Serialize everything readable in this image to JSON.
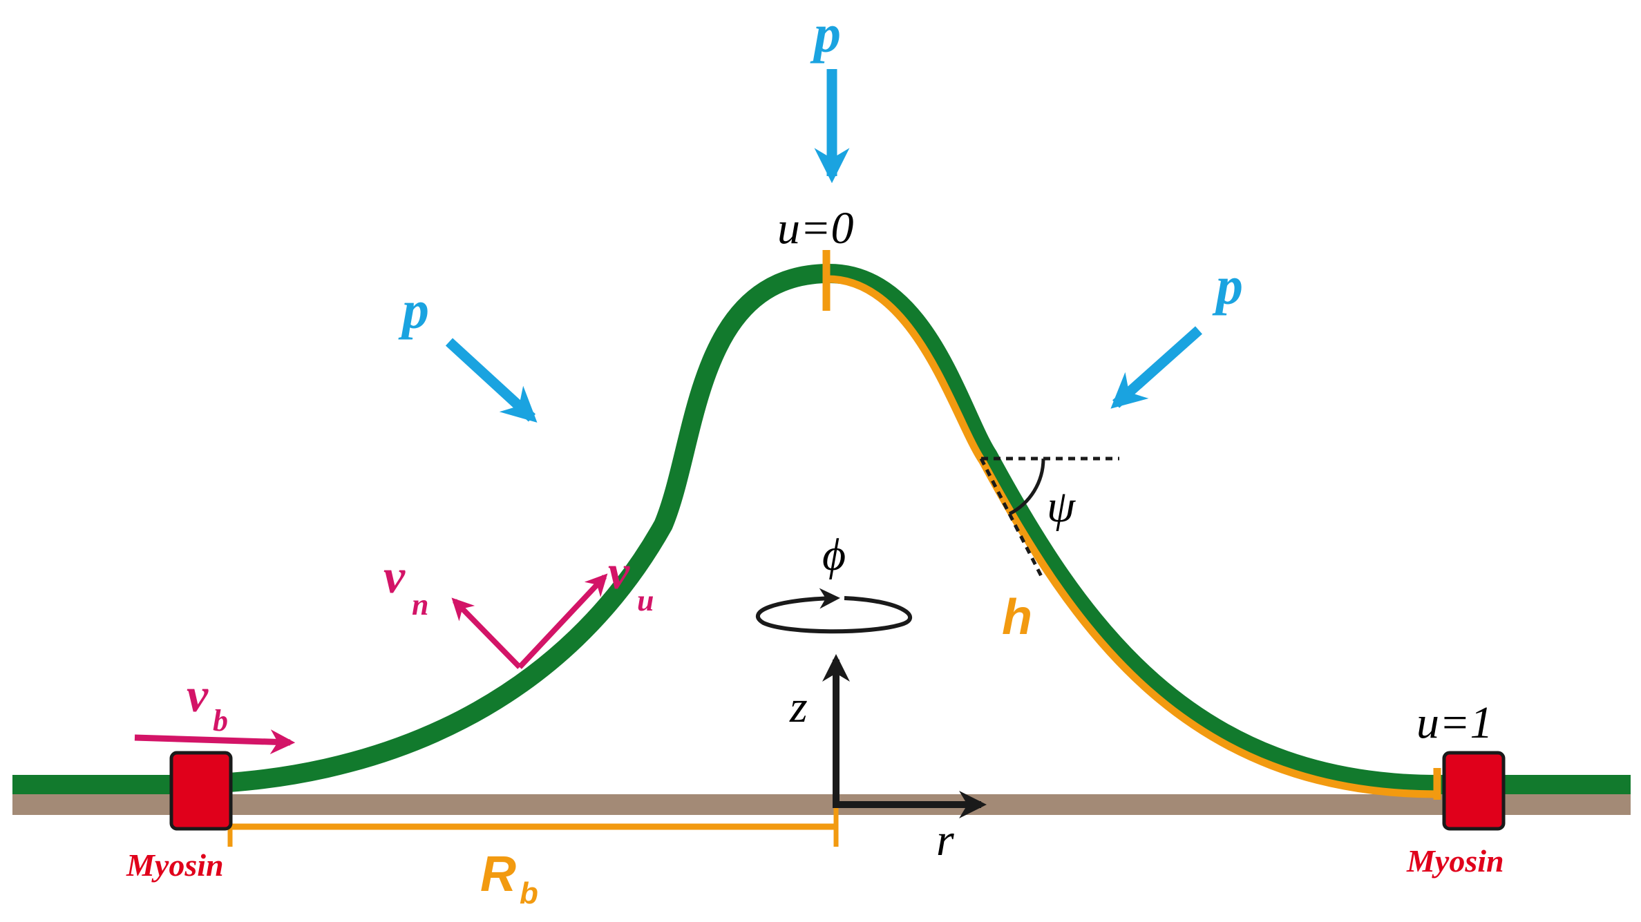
{
  "labels": {
    "p_top": "p",
    "p_left": "p",
    "p_right": "p",
    "u_top": "u=0",
    "u_right": "u=1",
    "psi": "ψ",
    "phi": "ϕ",
    "h": "h",
    "z": "z",
    "r": "r",
    "v_n": "v",
    "v_n_sub": "n",
    "v_u": "v",
    "v_u_sub": "u",
    "v_b": "v",
    "v_b_sub": "b",
    "myosin_left": "Myosin",
    "myosin_right": "Myosin",
    "R_b": "R",
    "R_b_sub": "b"
  },
  "colors": {
    "membrane": "#127a2d",
    "substrate": "#a38a76",
    "orange": "#f29a10",
    "pressure": "#1aa3e0",
    "velocity": "#d31467",
    "myosin": "#e0001b",
    "axes": "#1a1a1a"
  }
}
